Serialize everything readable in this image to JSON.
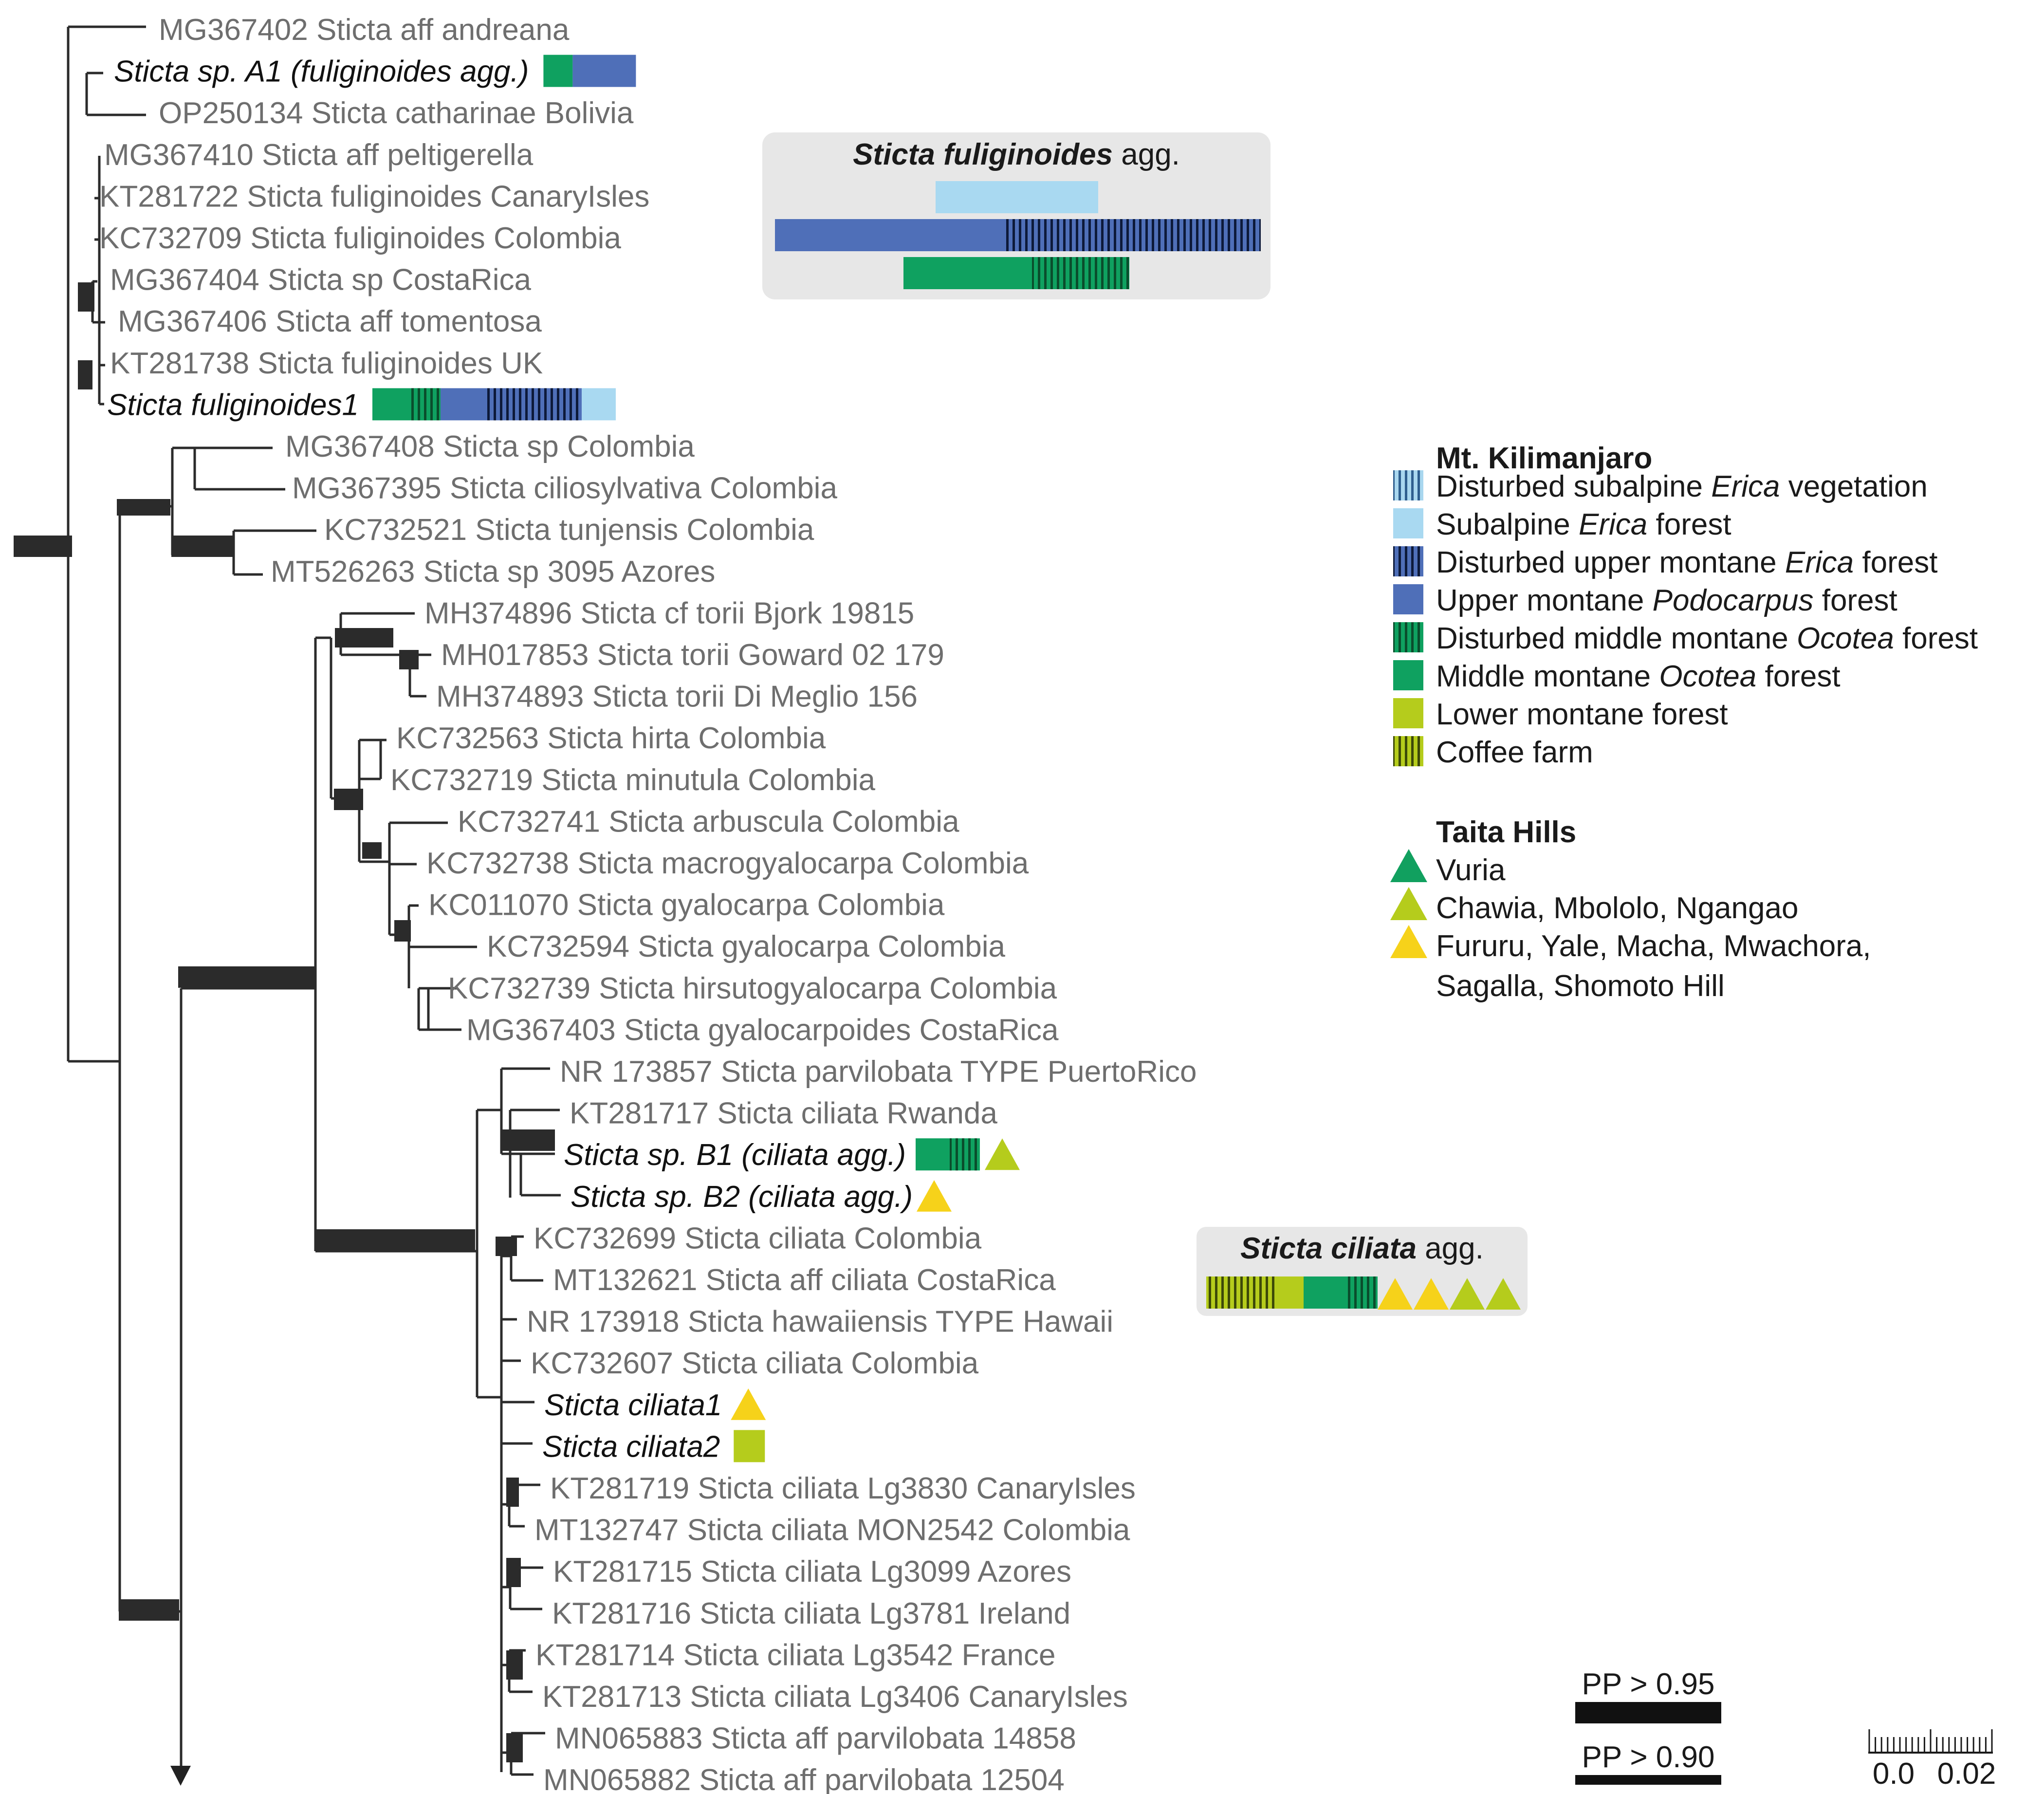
{
  "colors": {
    "subalpine_disturbed": "#a9d7ef",
    "subalpine": "#a9d9f1",
    "upper": "#4f6fb8",
    "upper_disturbed": "#4f6fb8",
    "middle": "#0fa160",
    "middle_disturbed": "#0fa160",
    "lower": "#b5cc1c",
    "coffee": "#b5cc1c",
    "vuria": "#11a05f",
    "chawia": "#b5cc1c",
    "fururu": "#f6d21a",
    "support": "#2b2b2b",
    "text": "#6e6e6e",
    "agg_box": "#e7e7e7"
  },
  "taxa": [
    {
      "label": "MG367402 Sticta aff andreana",
      "focal": false
    },
    {
      "label": "Sticta sp. A1 (fuliginoides agg.)",
      "focal": true
    },
    {
      "label": "OP250134 Sticta catharinae Bolivia",
      "focal": false
    },
    {
      "label": "MG367410 Sticta aff peltigerella",
      "focal": false
    },
    {
      "label": "KT281722 Sticta fuliginoides CanaryIsles",
      "focal": false
    },
    {
      "label": "KC732709 Sticta fuliginoides Colombia",
      "focal": false
    },
    {
      "label": "MG367404 Sticta sp CostaRica",
      "focal": false
    },
    {
      "label": "MG367406 Sticta aff tomentosa",
      "focal": false
    },
    {
      "label": "KT281738 Sticta fuliginoides UK",
      "focal": false
    },
    {
      "label": "Sticta fuliginoides1",
      "focal": true
    },
    {
      "label": "MG367408 Sticta sp Colombia",
      "focal": false
    },
    {
      "label": "MG367395 Sticta ciliosylvativa Colombia",
      "focal": false
    },
    {
      "label": "KC732521 Sticta tunjensis Colombia",
      "focal": false
    },
    {
      "label": "MT526263 Sticta sp 3095 Azores",
      "focal": false
    },
    {
      "label": "MH374896 Sticta cf torii Bjork 19815",
      "focal": false
    },
    {
      "label": "MH017853 Sticta torii Goward 02 179",
      "focal": false
    },
    {
      "label": "MH374893 Sticta torii Di Meglio 156",
      "focal": false
    },
    {
      "label": "KC732563 Sticta hirta Colombia",
      "focal": false
    },
    {
      "label": "KC732719 Sticta minutula Colombia",
      "focal": false
    },
    {
      "label": "KC732741 Sticta arbuscula Colombia",
      "focal": false
    },
    {
      "label": "KC732738 Sticta macrogyalocarpa Colombia",
      "focal": false
    },
    {
      "label": "KC011070 Sticta gyalocarpa Colombia",
      "focal": false
    },
    {
      "label": "KC732594 Sticta gyalocarpa Colombia",
      "focal": false
    },
    {
      "label": "KC732739 Sticta hirsutogyalocarpa Colombia",
      "focal": false
    },
    {
      "label": "MG367403 Sticta gyalocarpoides CostaRica",
      "focal": false
    },
    {
      "label": "NR 173857 Sticta parvilobata TYPE PuertoRico",
      "focal": false
    },
    {
      "label": "KT281717 Sticta ciliata Rwanda",
      "focal": false
    },
    {
      "label": "Sticta sp. B1 (ciliata agg.)",
      "focal": true
    },
    {
      "label": "Sticta sp. B2 (ciliata agg.)",
      "focal": true
    },
    {
      "label": "KC732699 Sticta ciliata Colombia",
      "focal": false
    },
    {
      "label": "MT132621 Sticta aff ciliata CostaRica",
      "focal": false
    },
    {
      "label": "NR 173918 Sticta hawaiiensis TYPE Hawaii",
      "focal": false
    },
    {
      "label": "KC732607 Sticta ciliata Colombia",
      "focal": false
    },
    {
      "label": "Sticta ciliata1",
      "focal": true
    },
    {
      "label": "Sticta ciliata2",
      "focal": true
    },
    {
      "label": "KT281719 Sticta ciliata Lg3830 CanaryIsles",
      "focal": false
    },
    {
      "label": "MT132747 Sticta ciliata MON2542 Colombia",
      "focal": false
    },
    {
      "label": "KT281715 Sticta ciliata Lg3099 Azores",
      "focal": false
    },
    {
      "label": "KT281716 Sticta ciliata Lg3781 Ireland",
      "focal": false
    },
    {
      "label": "KT281714 Sticta ciliata Lg3542 France",
      "focal": false
    },
    {
      "label": "KT281713 Sticta ciliata Lg3406 CanaryIsles",
      "focal": false
    },
    {
      "label": "MN065883 Sticta aff parvilobata 14858",
      "focal": false
    },
    {
      "label": "MN065882 Sticta aff parvilobata 12504",
      "focal": false
    }
  ],
  "aggregates": {
    "fuliginoides": {
      "title_italic": "Sticta fuliginoides",
      "title_suffix": " agg."
    },
    "ciliata": {
      "title_italic": "Sticta ciliata",
      "title_suffix": " agg."
    }
  },
  "legend": {
    "kilimanjaro_title": "Mt. Kilimanjaro",
    "kilimanjaro_items": [
      {
        "parts": [
          "Disturbed subalpine ",
          "Erica",
          " vegetation"
        ],
        "swatch": "subalpine_disturbed",
        "hatched": true
      },
      {
        "parts": [
          "Subalpine ",
          "Erica",
          " forest"
        ],
        "swatch": "subalpine",
        "hatched": false
      },
      {
        "parts": [
          "Disturbed upper montane ",
          "Erica",
          " forest"
        ],
        "swatch": "upper_disturbed",
        "hatched": true
      },
      {
        "parts": [
          "Upper montane ",
          "Podocarpus",
          " forest"
        ],
        "swatch": "upper",
        "hatched": false
      },
      {
        "parts": [
          "Disturbed middle montane ",
          "Ocotea",
          " forest"
        ],
        "swatch": "middle_disturbed",
        "hatched": true
      },
      {
        "parts": [
          "Middle montane ",
          "Ocotea",
          " forest"
        ],
        "swatch": "middle",
        "hatched": false
      },
      {
        "parts": [
          "Lower montane forest",
          "",
          ""
        ],
        "swatch": "lower",
        "hatched": false
      },
      {
        "parts": [
          "Coffee farm",
          "",
          ""
        ],
        "swatch": "coffee",
        "hatched": true
      }
    ],
    "taita_title": "Taita Hills",
    "taita_items": [
      {
        "label": "Vuria",
        "color": "vuria"
      },
      {
        "label": "Chawia, Mbololo, Ngangao",
        "color": "chawia"
      },
      {
        "label": "Fururu, Yale, Macha, Mwachora,",
        "label2": "Sagalla, Shomoto Hill",
        "color": "fururu"
      }
    ]
  },
  "support_key": {
    "pp95": "PP > 0.95",
    "pp90": "PP > 0.90"
  },
  "scale_bar": {
    "labels": [
      "0.0",
      "0.02"
    ]
  }
}
